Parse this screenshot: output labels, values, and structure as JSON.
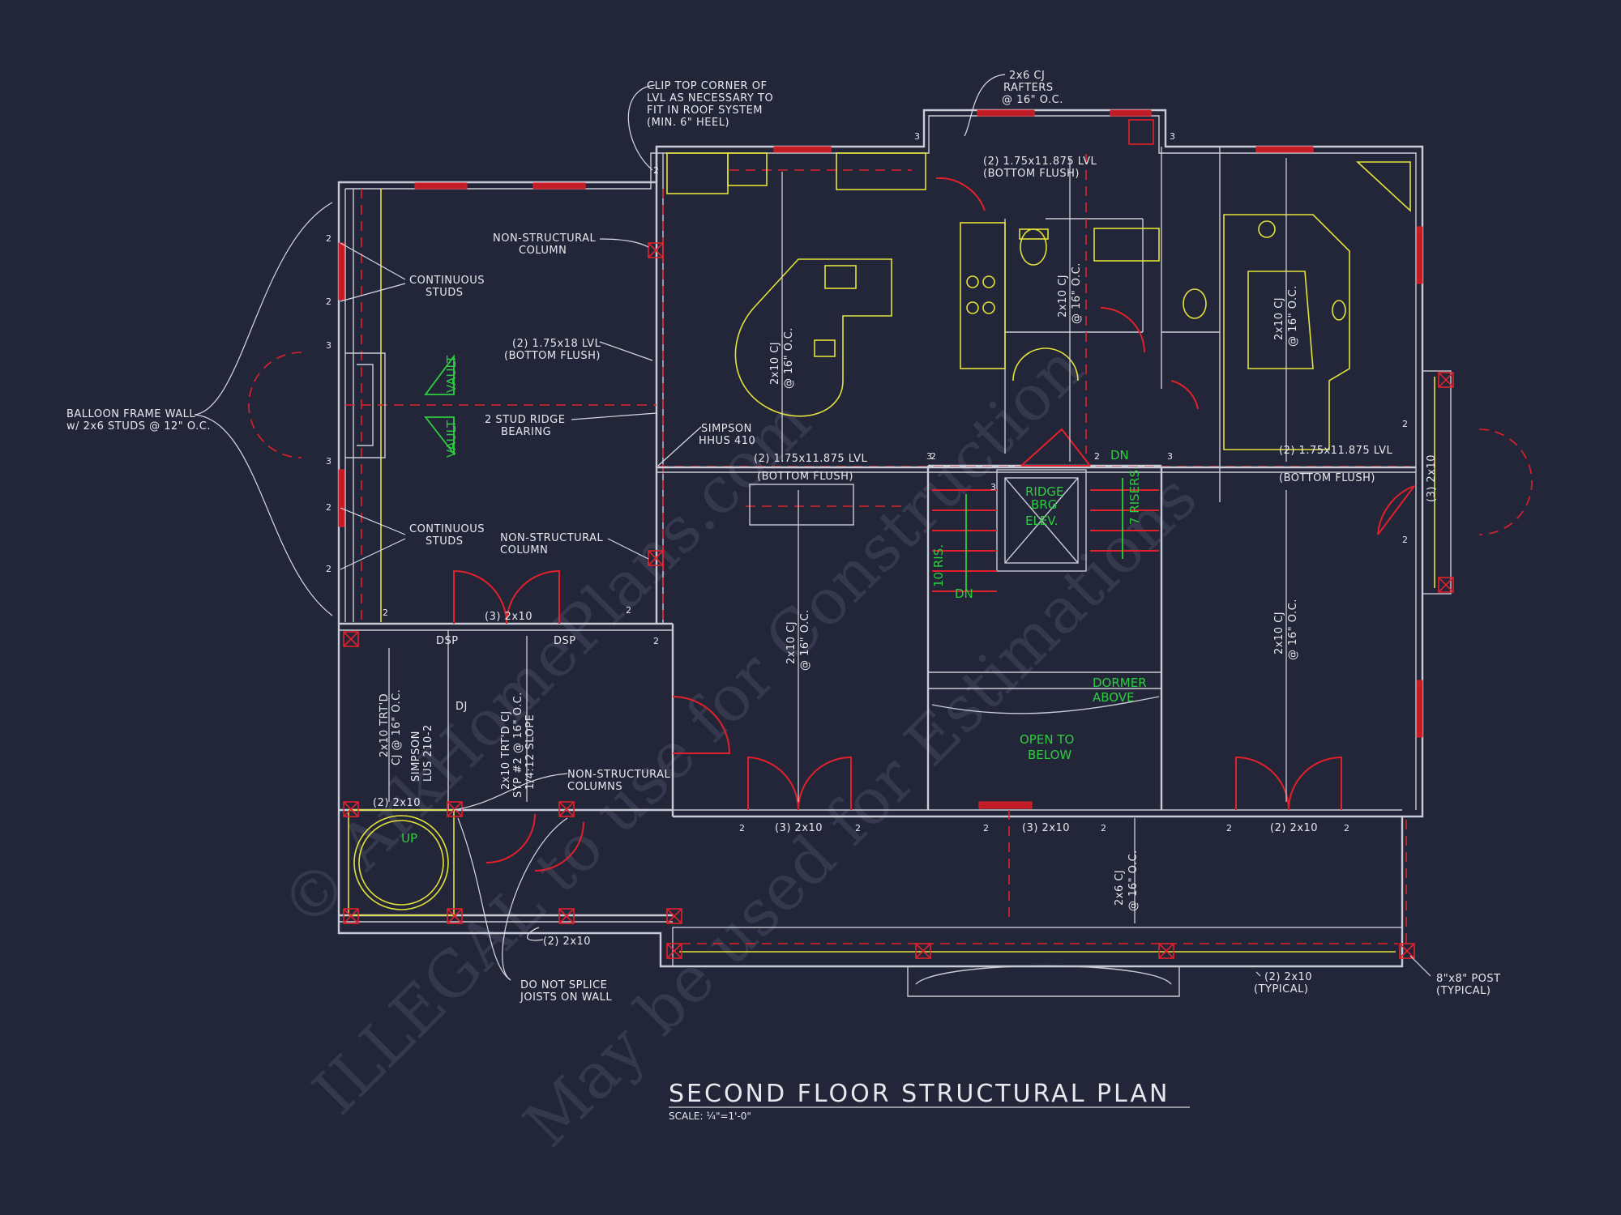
{
  "drawing": {
    "title": "SECOND FLOOR STRUCTURAL PLAN",
    "scale": "SCALE: ¼\"=1'-0\""
  },
  "watermark": {
    "line1": "© ArkHomePlans.com",
    "line2": "ILLEGAL to use for Construction",
    "line3": "May be used for Estimations"
  },
  "notes": {
    "balloon_frame_1": "BALLOON FRAME WALL",
    "balloon_frame_2": "w/ 2x6 STUDS @ 12\" O.C.",
    "clip_1": "CLIP TOP CORNER OF",
    "clip_2": "LVL AS NECESSARY TO",
    "clip_3": "FIT IN ROOF SYSTEM",
    "clip_4": "(MIN. 6\" HEEL)",
    "rafters_1": "2x6 CJ",
    "rafters_2": "RAFTERS",
    "rafters_3": "@ 16\" O.C.",
    "nonstruct_col_a_1": "NON-STRUCTURAL",
    "nonstruct_col_a_2": "COLUMN",
    "cont_studs_a_1": "CONTINUOUS",
    "cont_studs_a_2": "STUDS",
    "lvl_1_1": "(2) 1.75x18 LVL",
    "lvl_1_2": "(BOTTOM FLUSH)",
    "ridge_bearing_1": "2 STUD RIDGE",
    "ridge_bearing_2": "BEARING",
    "simpson_hhus_1": "SIMPSON",
    "simpson_hhus_2": "HHUS 410",
    "cont_studs_b_1": "CONTINUOUS",
    "cont_studs_b_2": "STUDS",
    "nonstruct_col_b_1": "NON-STRUCTURAL",
    "nonstruct_col_b_2": "COLUMN",
    "lvl_top_1": "(2) 1.75x11.875 LVL",
    "lvl_top_2": "(BOTTOM FLUSH)",
    "lvl_mid_1": "(2) 1.75x11.875 LVL",
    "lvl_mid_2": "(BOTTOM FLUSH)",
    "lvl_right_1": "(2) 1.75x11.875 LVL",
    "lvl_right_2": "(BOTTOM FLUSH)",
    "hdr_3_2x10_a": "(3) 2x10",
    "dsp_a": "DSP",
    "dsp_b": "DSP",
    "dj": "DJ",
    "hdr_2_2x10_a": "(2) 2x10",
    "simpson_lus_1": "SIMPSON",
    "simpson_lus_2": "LUS 210-2",
    "nonstruct_cols_1": "NON-STRUCTURAL",
    "nonstruct_cols_2": "COLUMNS",
    "hdr_2_2x10_b": "(2) 2x10",
    "do_not_splice_1": "DO NOT SPLICE",
    "do_not_splice_2": "JOISTS ON WALL",
    "hdr_3_2x10_b": "(3) 2x10",
    "hdr_3_2x10_c": "(3) 2x10",
    "hdr_2_2x10_c": "(2) 2x10",
    "hdr_2_2x10_typ_1": "(2) 2x10",
    "hdr_2_2x10_typ_2": "(TYPICAL)",
    "post_1": "8\"x8\" POST",
    "post_2": "(TYPICAL)",
    "hdr_3_2x10_side": "(3) 2x10",
    "cj_kitchen_1": "2x10 CJ",
    "cj_kitchen_2": "@ 16\" O.C.",
    "cj_bath_1": "2x10 CJ",
    "cj_bath_2": "@ 16\" O.C.",
    "cj_right_top_1": "2x10 CJ",
    "cj_right_top_2": "@ 16\" O.C.",
    "cj_center_1": "2x10 CJ",
    "cj_center_2": "@ 16\" O.C.",
    "cj_right_bot_1": "2x10 CJ",
    "cj_right_bot_2": "@ 16\" O.C.",
    "cj_trtd_1": "2x10 TRT'D",
    "cj_trtd_2": "CJ @ 16\" O.C.",
    "cj_trtd_syp_1": "2x10 TRT'D CJ",
    "cj_trtd_syp_2": "SYP #2 @ 16\" O.C.",
    "cj_trtd_syp_3": "1/4:12 SLOPE",
    "cj_porch_1": "2x6 CJ",
    "cj_porch_2": "@ 16\" O.C."
  },
  "green_notes": {
    "vault_a": "VAULT",
    "vault_b": "VAULT",
    "dn_top": "DN",
    "risers_7": "7 RISERS",
    "ris_10": "10 RIS.",
    "dn_bottom": "DN",
    "ridge_brg_1": "RIDGE",
    "ridge_brg_2": "BRG",
    "elev": "ELEV.",
    "dormer_1": "DORMER",
    "dormer_2": "ABOVE",
    "open_1": "OPEN TO",
    "open_2": "BELOW",
    "up": "UP"
  },
  "stud_counts": {
    "t_2a": "2",
    "t_2b": "2",
    "t_3a": "3",
    "t_3b": "3",
    "t_2c": "2",
    "t_2d": "2",
    "t_2e": "2",
    "t_2f": "2",
    "t_2g": "2",
    "t_3c": "3",
    "t_3d": "3",
    "t_3e": "3",
    "t_3f": "3",
    "t_2h": "2",
    "t_3g": "3",
    "t_2i": "2",
    "t_2j": "2",
    "t_2k": "2",
    "t_2l": "2",
    "t_2m": "2",
    "t_2n": "2",
    "t_2o": "2",
    "t_2p": "2",
    "t_2q": "2",
    "t_2r": "2"
  },
  "colors": {
    "background": "#232638",
    "wall": "#c9ccd6",
    "structural_red": "#e0212b",
    "fixture_yellow": "#e2e23a",
    "annotation_green": "#2ecc40"
  }
}
